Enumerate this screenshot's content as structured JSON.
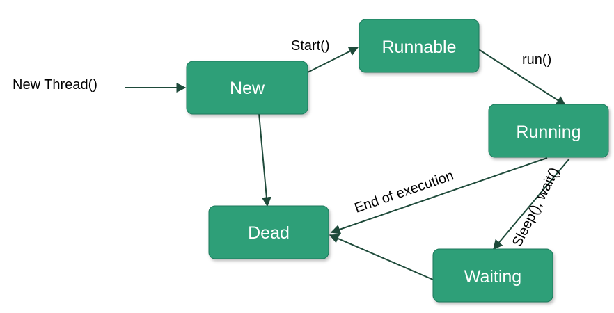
{
  "colors": {
    "state_fill": "#2d9f78",
    "state_text": "#ffffff",
    "arrow": "#1e4a3a",
    "label_text": "#000000"
  },
  "states": {
    "new": "New",
    "runnable": "Runnable",
    "running": "Running",
    "dead": "Dead",
    "waiting": "Waiting"
  },
  "transitions": {
    "new_thread": "New Thread()",
    "start": "Start()",
    "run": "run()",
    "end_of_execution": "End of execution",
    "sleep_wait": "Sleep(), wait()"
  }
}
